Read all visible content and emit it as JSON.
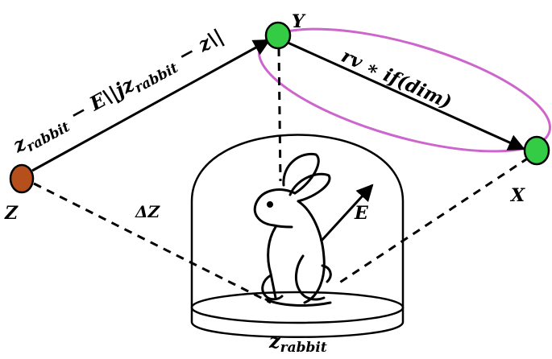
{
  "nodes": {
    "Z": {
      "label": "Z",
      "color": "#b5501c"
    },
    "Y": {
      "label": "Y",
      "color": "#33cc44"
    },
    "X": {
      "label": "X",
      "color": "#33cc44"
    }
  },
  "labels": {
    "top_edge_z": "z",
    "top_edge_z_sub": "rabbit",
    "top_edge_mid": " − E\\|jz",
    "top_edge_mid_sub": "rabbit",
    "top_edge_end": " − z\\|",
    "right_edge": "rv ∗ if(dim)",
    "delta": "ΔZ",
    "e_vector": "E",
    "base_z": "z",
    "base_z_sub": "rabbit"
  },
  "colors": {
    "ellipse": "#cc66cc",
    "stroke": "#000000"
  }
}
